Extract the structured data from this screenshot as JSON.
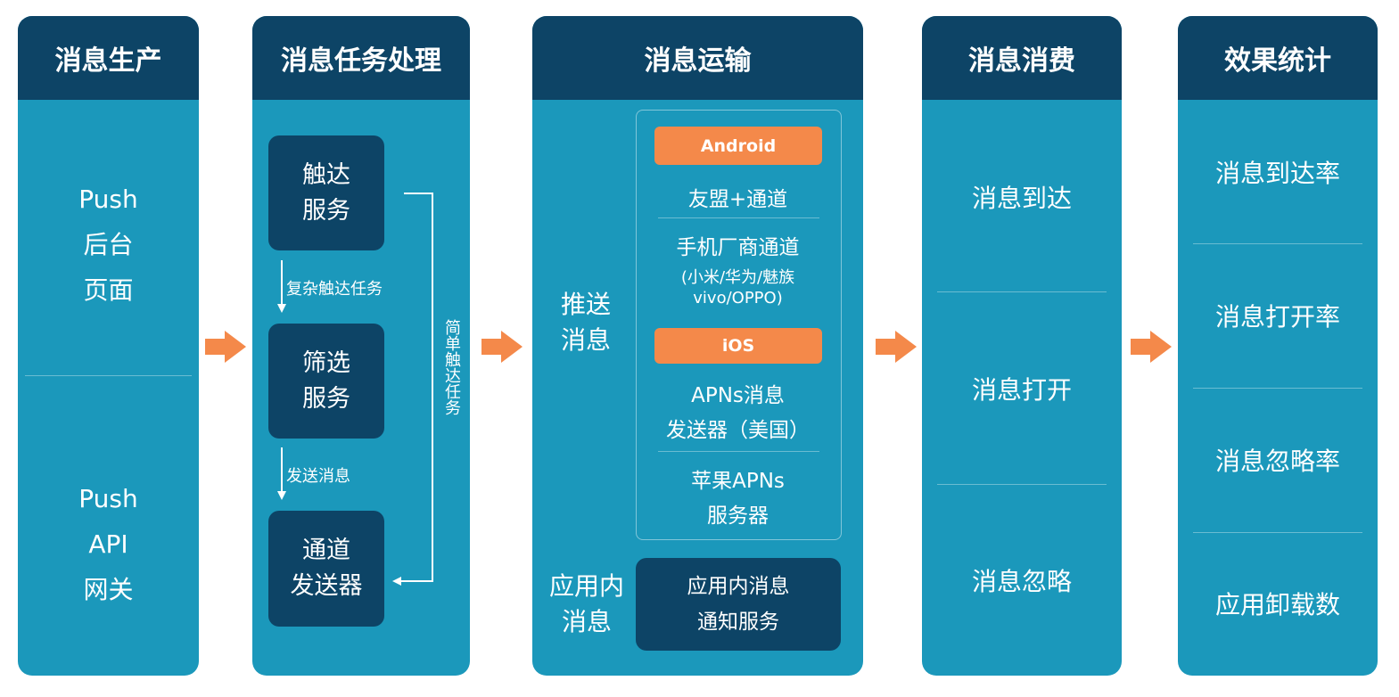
{
  "colors": {
    "panel": "#1b98bb",
    "header": "#0d4466",
    "accent": "#f4894a",
    "text": "#ffffff"
  },
  "columns": {
    "production": {
      "title": "消息生产",
      "groups": [
        {
          "lines": [
            "Push",
            "后台",
            "页面"
          ]
        },
        {
          "lines": [
            "Push",
            "API",
            "网关"
          ]
        }
      ]
    },
    "task": {
      "title": "消息任务处理",
      "boxes": [
        {
          "lines": [
            "触达",
            "服务"
          ]
        },
        {
          "lines": [
            "筛选",
            "服务"
          ]
        },
        {
          "lines": [
            "通道",
            "发送器"
          ]
        }
      ],
      "edge_labels": [
        "复杂触达任务",
        "发送消息"
      ],
      "side_label": "简单触达任务"
    },
    "transport": {
      "title": "消息运输",
      "push_label": [
        "推送",
        "消息"
      ],
      "android_tag": "Android",
      "android_items": [
        "友盟+通道",
        "手机厂商通道",
        "(小米/华为/魅族",
        "vivo/OPPO)"
      ],
      "ios_tag": "iOS",
      "ios_items": [
        "APNs消息",
        "发送器（美国）",
        "苹果APNs",
        "服务器"
      ],
      "inapp_label": [
        "应用内",
        "消息"
      ],
      "inapp_box": [
        "应用内消息",
        "通知服务"
      ]
    },
    "consumption": {
      "title": "消息消费",
      "items": [
        "消息到达",
        "消息打开",
        "消息忽略"
      ]
    },
    "stats": {
      "title": "效果统计",
      "items": [
        "消息到达率",
        "消息打开率",
        "消息忽略率",
        "应用卸载数"
      ]
    }
  }
}
